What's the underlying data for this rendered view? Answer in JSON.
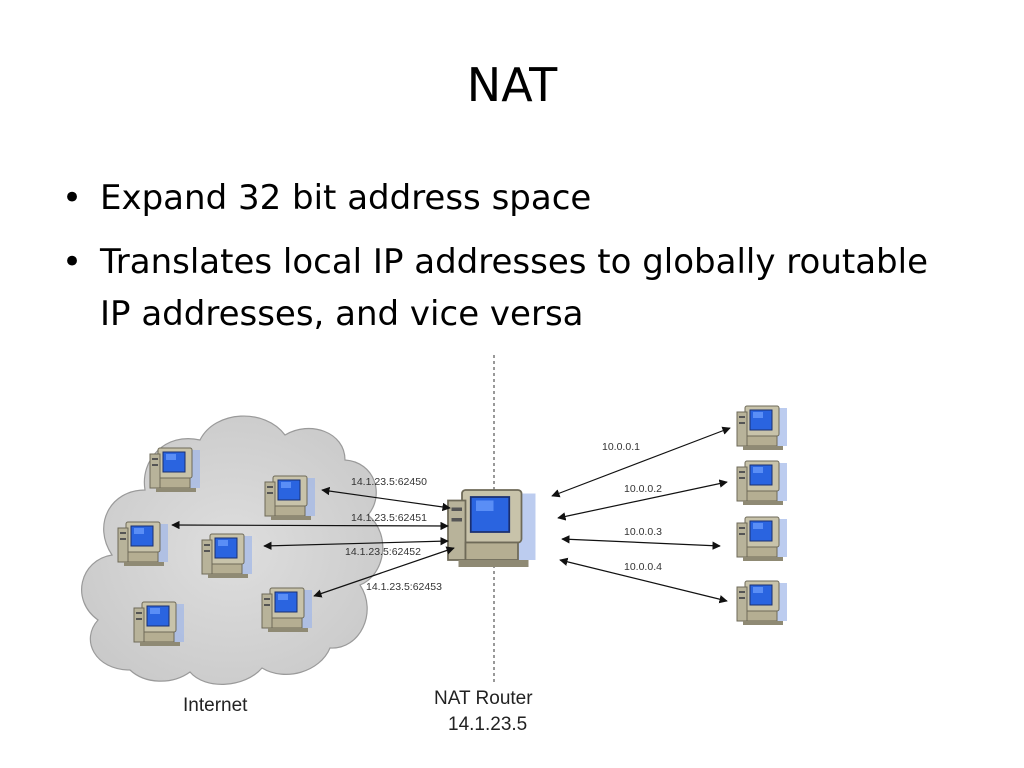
{
  "slide": {
    "title": "NAT",
    "bullets": [
      "Expand 32 bit address space",
      "Translates local IP addresses to globally routable IP addresses, and vice versa"
    ]
  },
  "diagram": {
    "internet_label": "Internet",
    "router_label": "NAT Router",
    "router_ip": "14.1.23.5",
    "public_mappings": [
      "14.1.23.5:62450",
      "14.1.23.5:62451",
      "14.1.23.5:62452",
      "14.1.23.5:62453"
    ],
    "private_hosts": [
      "10.0.0.1",
      "10.0.0.2",
      "10.0.0.3",
      "10.0.0.4"
    ],
    "colors": {
      "cloud": "#d4d4d4",
      "screen": "#2a64e0",
      "case": "#c8c3aa",
      "arrow": "#111111"
    }
  }
}
